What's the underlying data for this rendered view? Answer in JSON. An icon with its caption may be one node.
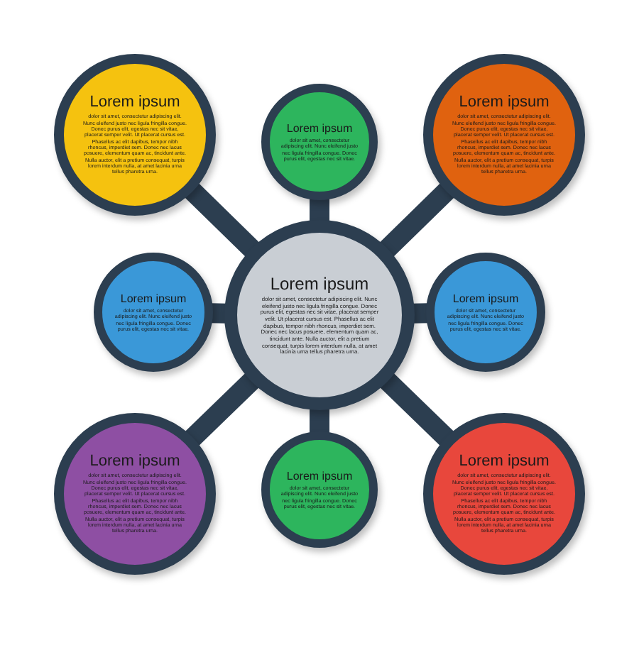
{
  "diagram": {
    "nodes": [
      {
        "text": [
          "Lorem ipsum",
          "dolor sit amet, consectetur adipiscing elit. Nunc eleifend justo nec ligula fringilla congue. Donec purus elit, egestas nec sit vitae, placerat semper velit. Ut placerat cursus est. Phasellus ac elit dapibus, tempor nibh rhoncus, imperdiet sem. Donec nec lacus posuere, elementum quam ac, tincidunt ante. Nulla auctor, elit a pretium consequat, turpis lorem interdum nulla, at amet lacinia urna tellus pharetra urna."
        ]
      },
      {
        "text": [
          "Lorem ipsum",
          "dolor sit amet, consectetur adipiscing elit. Nunc eleifend justo nec ligula fringilla congue. Donec purus elit, egestas nec sit vitae."
        ]
      },
      {
        "text": [
          "Lorem ipsum",
          "dolor sit amet, consectetur adipiscing elit. Nunc eleifend justo nec ligula fringilla congue. Donec purus elit, egestas nec sit vitae, placerat semper velit. Ut placerat cursus est. Phasellus ac elit dapibus, tempor nibh rhoncus, imperdiet sem. Donec nec lacus posuere, elementum quam ac, tincidunt ante. Nulla auctor, elit a pretium consequat, turpis lorem interdum nulla, at amet lacinia urna tellus pharetra urna."
        ]
      },
      {
        "text": [
          "Lorem ipsum",
          "dolor sit amet, consectetur adipiscing elit. Nunc eleifend justo nec ligula fringilla congue. Donec purus elit, egestas nec sit vitae."
        ]
      },
      {
        "text": [
          "Lorem ipsum",
          "dolor sit amet, consectetur adipiscing elit. Nunc eleifend justo nec ligula fringilla congue. Donec purus elit, egestas nec sit vitae, placerat semper velit. Ut placerat cursus est. Phasellus ac elit dapibus, tempor nibh rhoncus, imperdiet sem. Donec nec lacus posuere, elementum quam ac, tincidunt ante. Nulla auctor, elit a pretium consequat, turpis lorem interdum nulla, at amet lacinia urna tellus pharetra urna."
        ]
      },
      {
        "text": [
          "Lorem ipsum",
          "dolor sit amet, consectetur adipiscing elit. Nunc eleifend justo nec ligula fringilla congue. Donec purus elit, egestas nec sit vitae."
        ]
      },
      {
        "text": [
          "Lorem ipsum",
          "dolor sit amet, consectetur adipiscing elit. Nunc eleifend justo nec ligula fringilla congue. Donec purus elit, egestas nec sit vitae, placerat semper velit. Ut placerat cursus est. Phasellus ac elit dapibus, tempor nibh rhoncus, imperdiet sem. Donec nec lacus posuere, elementum quam ac, tincidunt ante. Nulla auctor, elit a pretium consequat, turpis lorem interdum nulla, at amet lacinia urna tellus pharetra urna."
        ]
      },
      {
        "text": [
          "Lorem ipsum",
          "dolor sit amet, consectetur adipiscing elit. Nunc eleifend justo nec ligula fringilla congue. Donec purus elit, egestas nec sit vitae."
        ]
      },
      {
        "text": [
          "Lorem ipsum",
          "dolor sit amet, consectetur adipiscing elit. Nunc eleifend justo nec ligula fringilla congue. Donec purus elit, egestas nec sit vitae, placerat semper velit. Ut placerat cursus est. Phasellus ac elit dapibus, tempor nibh rhoncus, imperdiet sem. Donec nec lacus posuere, elementum quam ac, tincidunt ante. Nulla auctor, elit a pretium consequat, turpis lorem interdum nulla, at amet lacinia urna tellus pharetra urna."
        ]
      }
    ],
    "edges": [
      {
        "from": 4,
        "to": 0,
        "arrow": "none"
      },
      {
        "from": 4,
        "to": 1,
        "arrow": "none"
      },
      {
        "from": 4,
        "to": 2,
        "arrow": "none"
      },
      {
        "from": 4,
        "to": 3,
        "arrow": "none"
      },
      {
        "from": 4,
        "to": 5,
        "arrow": "none"
      },
      {
        "from": 4,
        "to": 6,
        "arrow": "none"
      },
      {
        "from": 4,
        "to": 7,
        "arrow": "none"
      },
      {
        "from": 4,
        "to": 8,
        "arrow": "none"
      }
    ]
  }
}
